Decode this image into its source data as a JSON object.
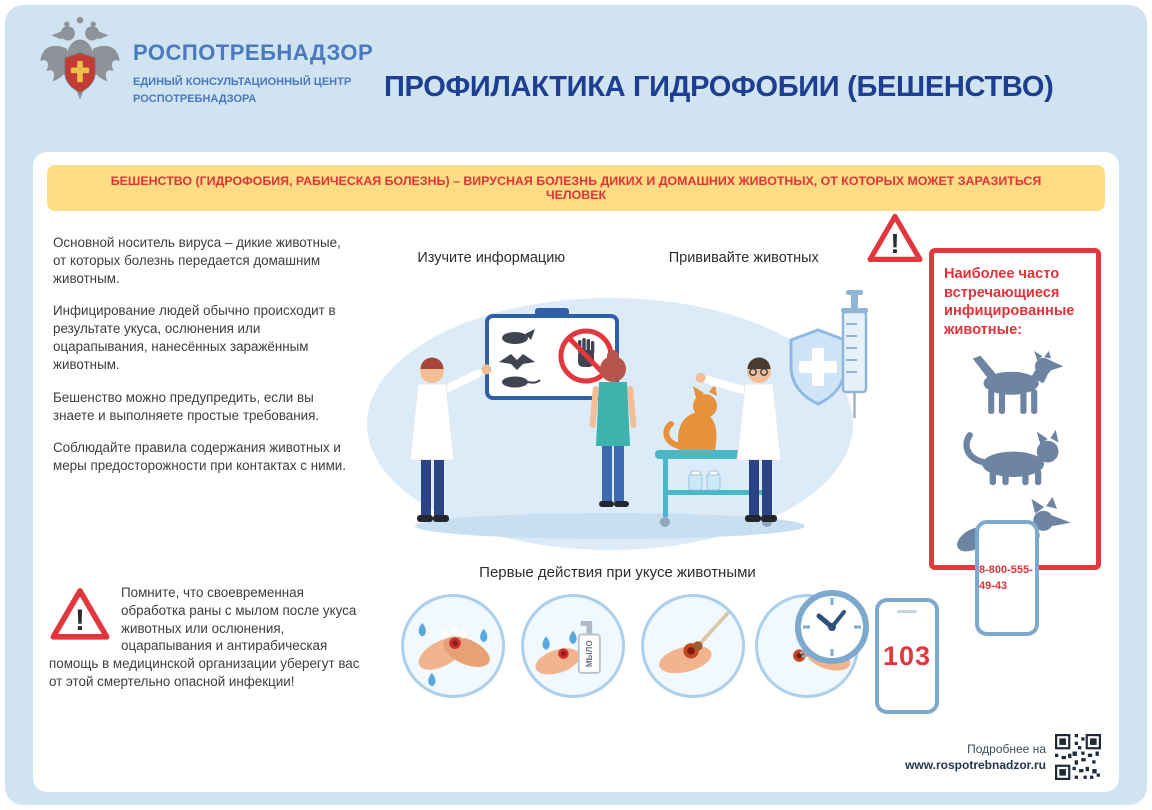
{
  "header": {
    "org_name": "РОСПОТРЕБНАДЗОР",
    "center_name_line1": "ЕДИНЫЙ КОНСУЛЬТАЦИОННЫЙ ЦЕНТР",
    "center_name_line2": "РОСПОТРЕБНАДЗОРА",
    "phone": "8-800-555-49-43",
    "title": "ПРОФИЛАКТИКА ГИДРОФОБИИ (БЕШЕНСТВО)"
  },
  "banner": {
    "text": "БЕШЕНСТВО (ГИДРОФОБИЯ, РАБИЧЕСКАЯ БОЛЕЗНЬ) – ВИРУСНАЯ БОЛЕЗНЬ ДИКИХ И ДОМАШНИХ ЖИВОТНЫХ, ОТ КОТОРЫХ МОЖЕТ ЗАРАЗИТЬСЯ ЧЕЛОВЕК"
  },
  "info": {
    "paragraphs": [
      "Основной носитель вируса – дикие животные, от которых болезнь передается домашним животным.",
      "Инфицирование людей обычно происходит в результате укуса, ослюнения или оцарапывания, нанесённых заражённым животным.",
      "Бешенство можно предупредить, если вы знаете и выполняете простые требования.",
      "Соблюдайте правила содержания животных и меры предосторожности при контактах с ними."
    ]
  },
  "scene": {
    "label_learn": "Изучите информацию",
    "label_vaccinate": "Прививайте животных"
  },
  "infected_animals": {
    "title": "Наиболее часто встречающиеся инфицированные животные:"
  },
  "reminder": {
    "text": "Помните, что своевременная обработка раны с мылом после укуса животных или ослюнения, оцарапывания и антирабическая помощь в медицинской организации уберегут вас от этой смертельно опасной инфекции!"
  },
  "first_aid": {
    "title": "Первые действия при укусе животными",
    "soap_label": "МЫЛО",
    "emergency_number": "103"
  },
  "footer": {
    "more_label": "Подробнее на",
    "website": "www.rospotrebnadzor.ru"
  },
  "marks": {
    "exclamation": "!"
  },
  "icons": {
    "emblem": "rospotrebnadzor-emblem-icon",
    "warning": "warning-triangle-icon",
    "no_touch": "no-touching-animals-sign-icon",
    "dog": "dog-icon",
    "cat": "cat-icon",
    "fox": "fox-icon",
    "shield": "medical-shield-icon",
    "syringe": "syringe-icon",
    "clock": "clock-icon",
    "phone": "emergency-phone-icon",
    "qr": "qr-code-icon"
  },
  "colors": {
    "accent_red": "#e2373d",
    "title_blue": "#1d3e91",
    "org_blue": "#4a79bd",
    "banner_yellow": "#fcdc84",
    "background_blue": "#cfe3f1",
    "silhouette_slate": "#6d84a3"
  }
}
